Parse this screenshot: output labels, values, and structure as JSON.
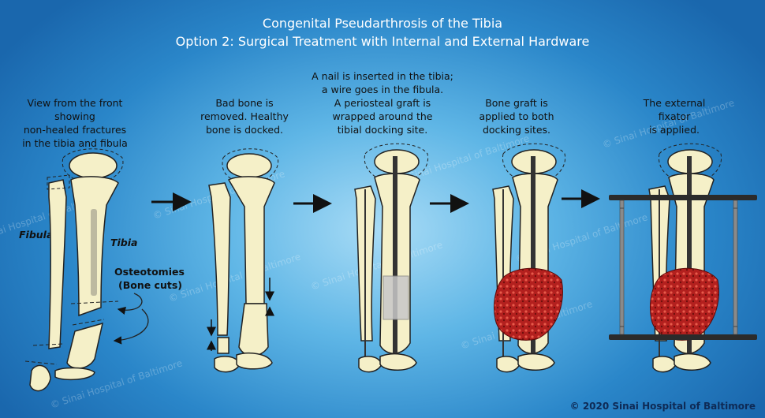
{
  "title_line1": "Congenital Pseudarthrosis of the Tibia",
  "title_line2": "Option 2: Surgical Treatment with Internal and External Hardware",
  "steps": [
    {
      "caption": [
        "View from the front showing",
        "non-healed fractures",
        "in the tibia and fibula"
      ]
    },
    {
      "caption": [
        "Bad bone is",
        "removed. Healthy",
        "bone is docked."
      ]
    },
    {
      "caption": [
        "A nail is inserted in the tibia;",
        "a wire goes in the fibula.",
        "A periosteal graft is",
        "wrapped around the",
        "tibial docking site."
      ]
    },
    {
      "caption": [
        "Bone graft is",
        "applied to both",
        "docking sites."
      ]
    },
    {
      "caption": [
        "The external",
        "fixator",
        "is applied."
      ]
    }
  ],
  "labels": {
    "fibula": "Fibula",
    "tibia": "Tibia",
    "osteotomies_1": "Osteotomies",
    "osteotomies_2": "(Bone cuts)"
  },
  "watermark": "© Sinai Hospital of Baltimore",
  "copyright": "© 2020 Sinai Hospital of Baltimore",
  "colors": {
    "bone": "#f5f0c8",
    "graft": "#b3201e",
    "hardware": "#333333"
  }
}
